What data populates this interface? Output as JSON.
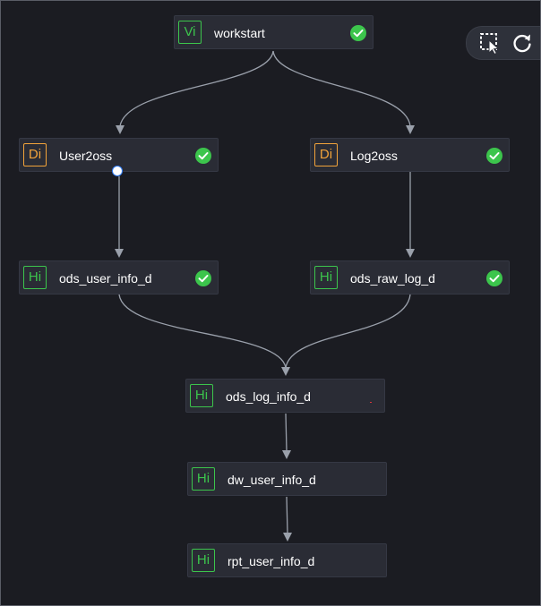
{
  "nodes": [
    {
      "id": "workstart",
      "badge": "Vi",
      "label": "workstart",
      "status": "success"
    },
    {
      "id": "user2oss",
      "badge": "Di",
      "label": "User2oss",
      "status": "success"
    },
    {
      "id": "log2oss",
      "badge": "Di",
      "label": "Log2oss",
      "status": "success"
    },
    {
      "id": "ods-user-info-d",
      "badge": "Hi",
      "label": "ods_user_info_d",
      "status": "success"
    },
    {
      "id": "ods-raw-log-d",
      "badge": "Hi",
      "label": "ods_raw_log_d",
      "status": "success"
    },
    {
      "id": "ods-log-info-d",
      "badge": "Hi",
      "label": "ods_log_info_d",
      "status": "none"
    },
    {
      "id": "dw-user-info-d",
      "badge": "Hi",
      "label": "dw_user_info_d",
      "status": "none"
    },
    {
      "id": "rpt-user-info-d",
      "badge": "Hi",
      "label": "rpt_user_info_d",
      "status": "none"
    }
  ],
  "colors": {
    "canvas_bg": "#1b1c22",
    "node_bg": "#2a2c35",
    "hive_vi_badge": "#3cc54c",
    "di_badge": "#f2a33a",
    "success": "#3cc54c",
    "edge": "#9aa0ab",
    "port": "#2f7cf6"
  },
  "toolbar": {
    "icons": [
      "box-select-icon",
      "refresh-icon"
    ]
  }
}
